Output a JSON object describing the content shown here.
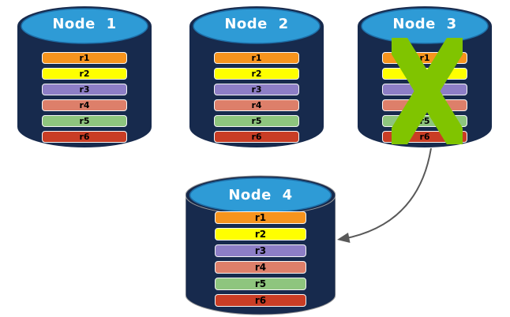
{
  "background": "#FFFFFF",
  "colors": {
    "cylinder_body": "#172A4D",
    "cylinder_top": "#2E9BD6",
    "cylinder_top_rim": "#1E6FA8",
    "bar_border": "#F5F5F5",
    "bar_text": "#000000"
  },
  "nodes": [
    {
      "label": "Node 1",
      "rows": [
        {
          "label": "r1",
          "color": "#F7941D"
        },
        {
          "label": "r2",
          "color": "#FFFF00"
        },
        {
          "label": "r3",
          "color": "#8D7EC6"
        },
        {
          "label": "r4",
          "color": "#DD7F6A"
        },
        {
          "label": "r5",
          "color": "#8EC57E"
        },
        {
          "label": "r6",
          "color": "#C93D25"
        }
      ]
    },
    {
      "label": "Node 2",
      "rows": [
        {
          "label": "r1",
          "color": "#F7941D"
        },
        {
          "label": "r2",
          "color": "#FFFF00"
        },
        {
          "label": "r3",
          "color": "#8D7EC6"
        },
        {
          "label": "r4",
          "color": "#DD7F6A"
        },
        {
          "label": "r5",
          "color": "#8EC57E"
        },
        {
          "label": "r6",
          "color": "#C93D25"
        }
      ]
    },
    {
      "label": "Node 3",
      "failed": true,
      "rows": [
        {
          "label": "r1",
          "color": "#F7941D"
        },
        {
          "label": "r2",
          "color": "#FFFF00"
        },
        {
          "label": "r3",
          "color": "#8D7EC6"
        },
        {
          "label": "r4",
          "color": "#DD7F6A"
        },
        {
          "label": "r5",
          "color": "#8EC57E"
        },
        {
          "label": "r6",
          "color": "#C93D25"
        }
      ]
    },
    {
      "label": "Node 4",
      "rows": [
        {
          "label": "r1",
          "color": "#F7941D"
        },
        {
          "label": "r2",
          "color": "#FFFF00"
        },
        {
          "label": "r3",
          "color": "#8D7EC6"
        },
        {
          "label": "r4",
          "color": "#DD7F6A"
        },
        {
          "label": "r5",
          "color": "#8EC57E"
        },
        {
          "label": "r6",
          "color": "#C93D25"
        }
      ]
    }
  ],
  "failure": {
    "node_label": "Node 3",
    "x_color": "#80C400"
  },
  "arrow": {
    "color": "#595959"
  }
}
